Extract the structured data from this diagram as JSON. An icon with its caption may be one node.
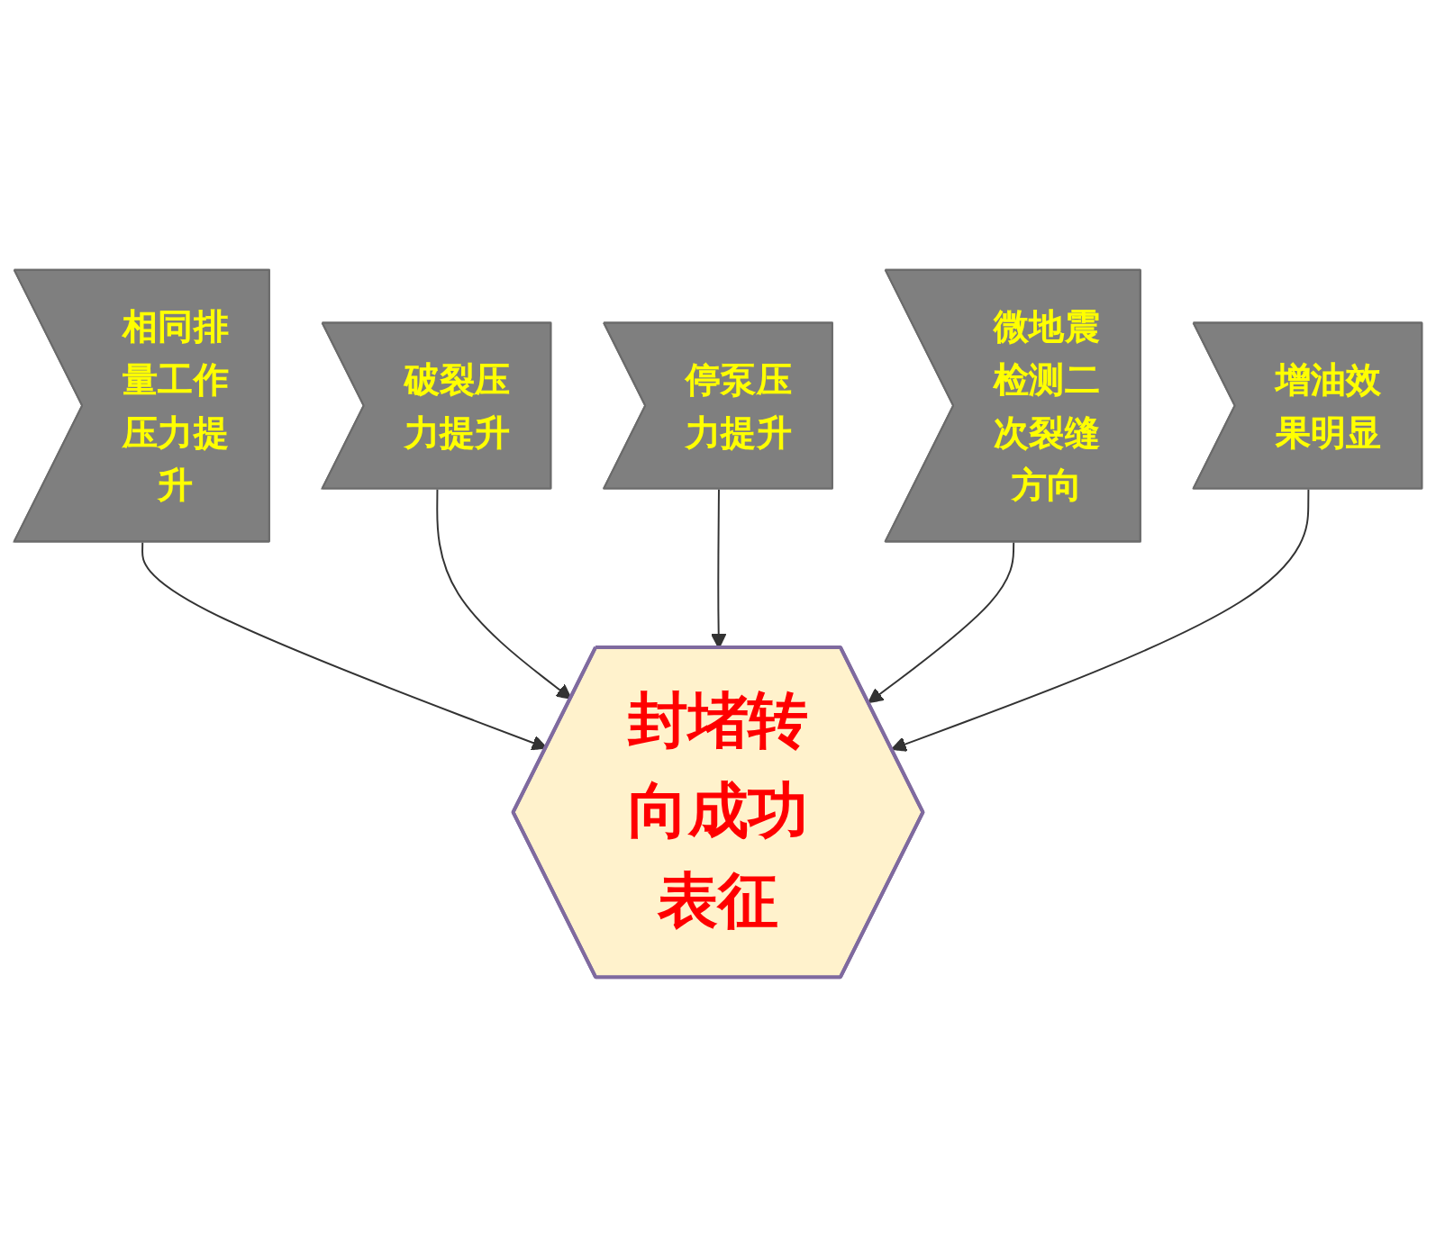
{
  "diagram": {
    "nodes": [
      {
        "text": [
          "相同排量工作压力提升"
        ]
      },
      {
        "text": [
          "破裂压力提升"
        ]
      },
      {
        "text": [
          "封堵转向成功表征"
        ]
      },
      {
        "text": [
          "停泵压力提升"
        ]
      },
      {
        "text": [
          "微地震检测二次裂缝方向"
        ]
      },
      {
        "text": [
          "增油效果明显"
        ]
      }
    ],
    "edges": [
      {
        "from": 0,
        "to": 2,
        "arrow": "to"
      },
      {
        "from": 1,
        "to": 2,
        "arrow": "to"
      },
      {
        "from": 3,
        "to": 2,
        "arrow": "to"
      },
      {
        "from": 4,
        "to": 2,
        "arrow": "to"
      },
      {
        "from": 5,
        "to": 2,
        "arrow": "to"
      }
    ]
  }
}
